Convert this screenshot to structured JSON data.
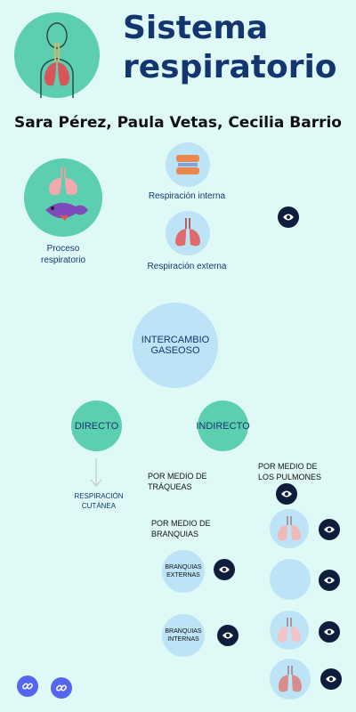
{
  "title": [
    "Sistema",
    "respiratorio"
  ],
  "authors": "Sara Pérez, Paula Vetas, Cecilia Barrio",
  "topics": {
    "process": [
      "Proceso",
      "respiratorio"
    ],
    "internal": "Respiración interna",
    "external": "Respiración externa"
  },
  "center_node": [
    "INTERCAMBIO",
    "GASEOSO"
  ],
  "direct": {
    "label": "DIRECTO",
    "result": [
      "RESPIRACIÓN",
      "CUTÁNEA"
    ]
  },
  "indirect": {
    "label": "INDIRECTO",
    "tracheae": [
      "POR MEDIO DE",
      "TRÁQUEAS"
    ],
    "lungs": [
      "POR MEDIO DE",
      "LOS PULMONES"
    ],
    "gills": [
      "POR MEDIO DE",
      "BRANQUIAS"
    ],
    "external_gills": [
      "BRANQUIAS",
      "EXTERNAS"
    ],
    "internal_gills": [
      "BRANQUIAS",
      "INTERNAS"
    ]
  },
  "icons": {
    "view": "eye-icon",
    "link": "link-icon"
  },
  "colors": {
    "background": "#dffaf6",
    "title": "#143670",
    "teal_node": "#5ccfb0",
    "light_blue_node": "#bde3f6",
    "eye_button": "#0f1d3d",
    "link_button": "#5566ee"
  }
}
